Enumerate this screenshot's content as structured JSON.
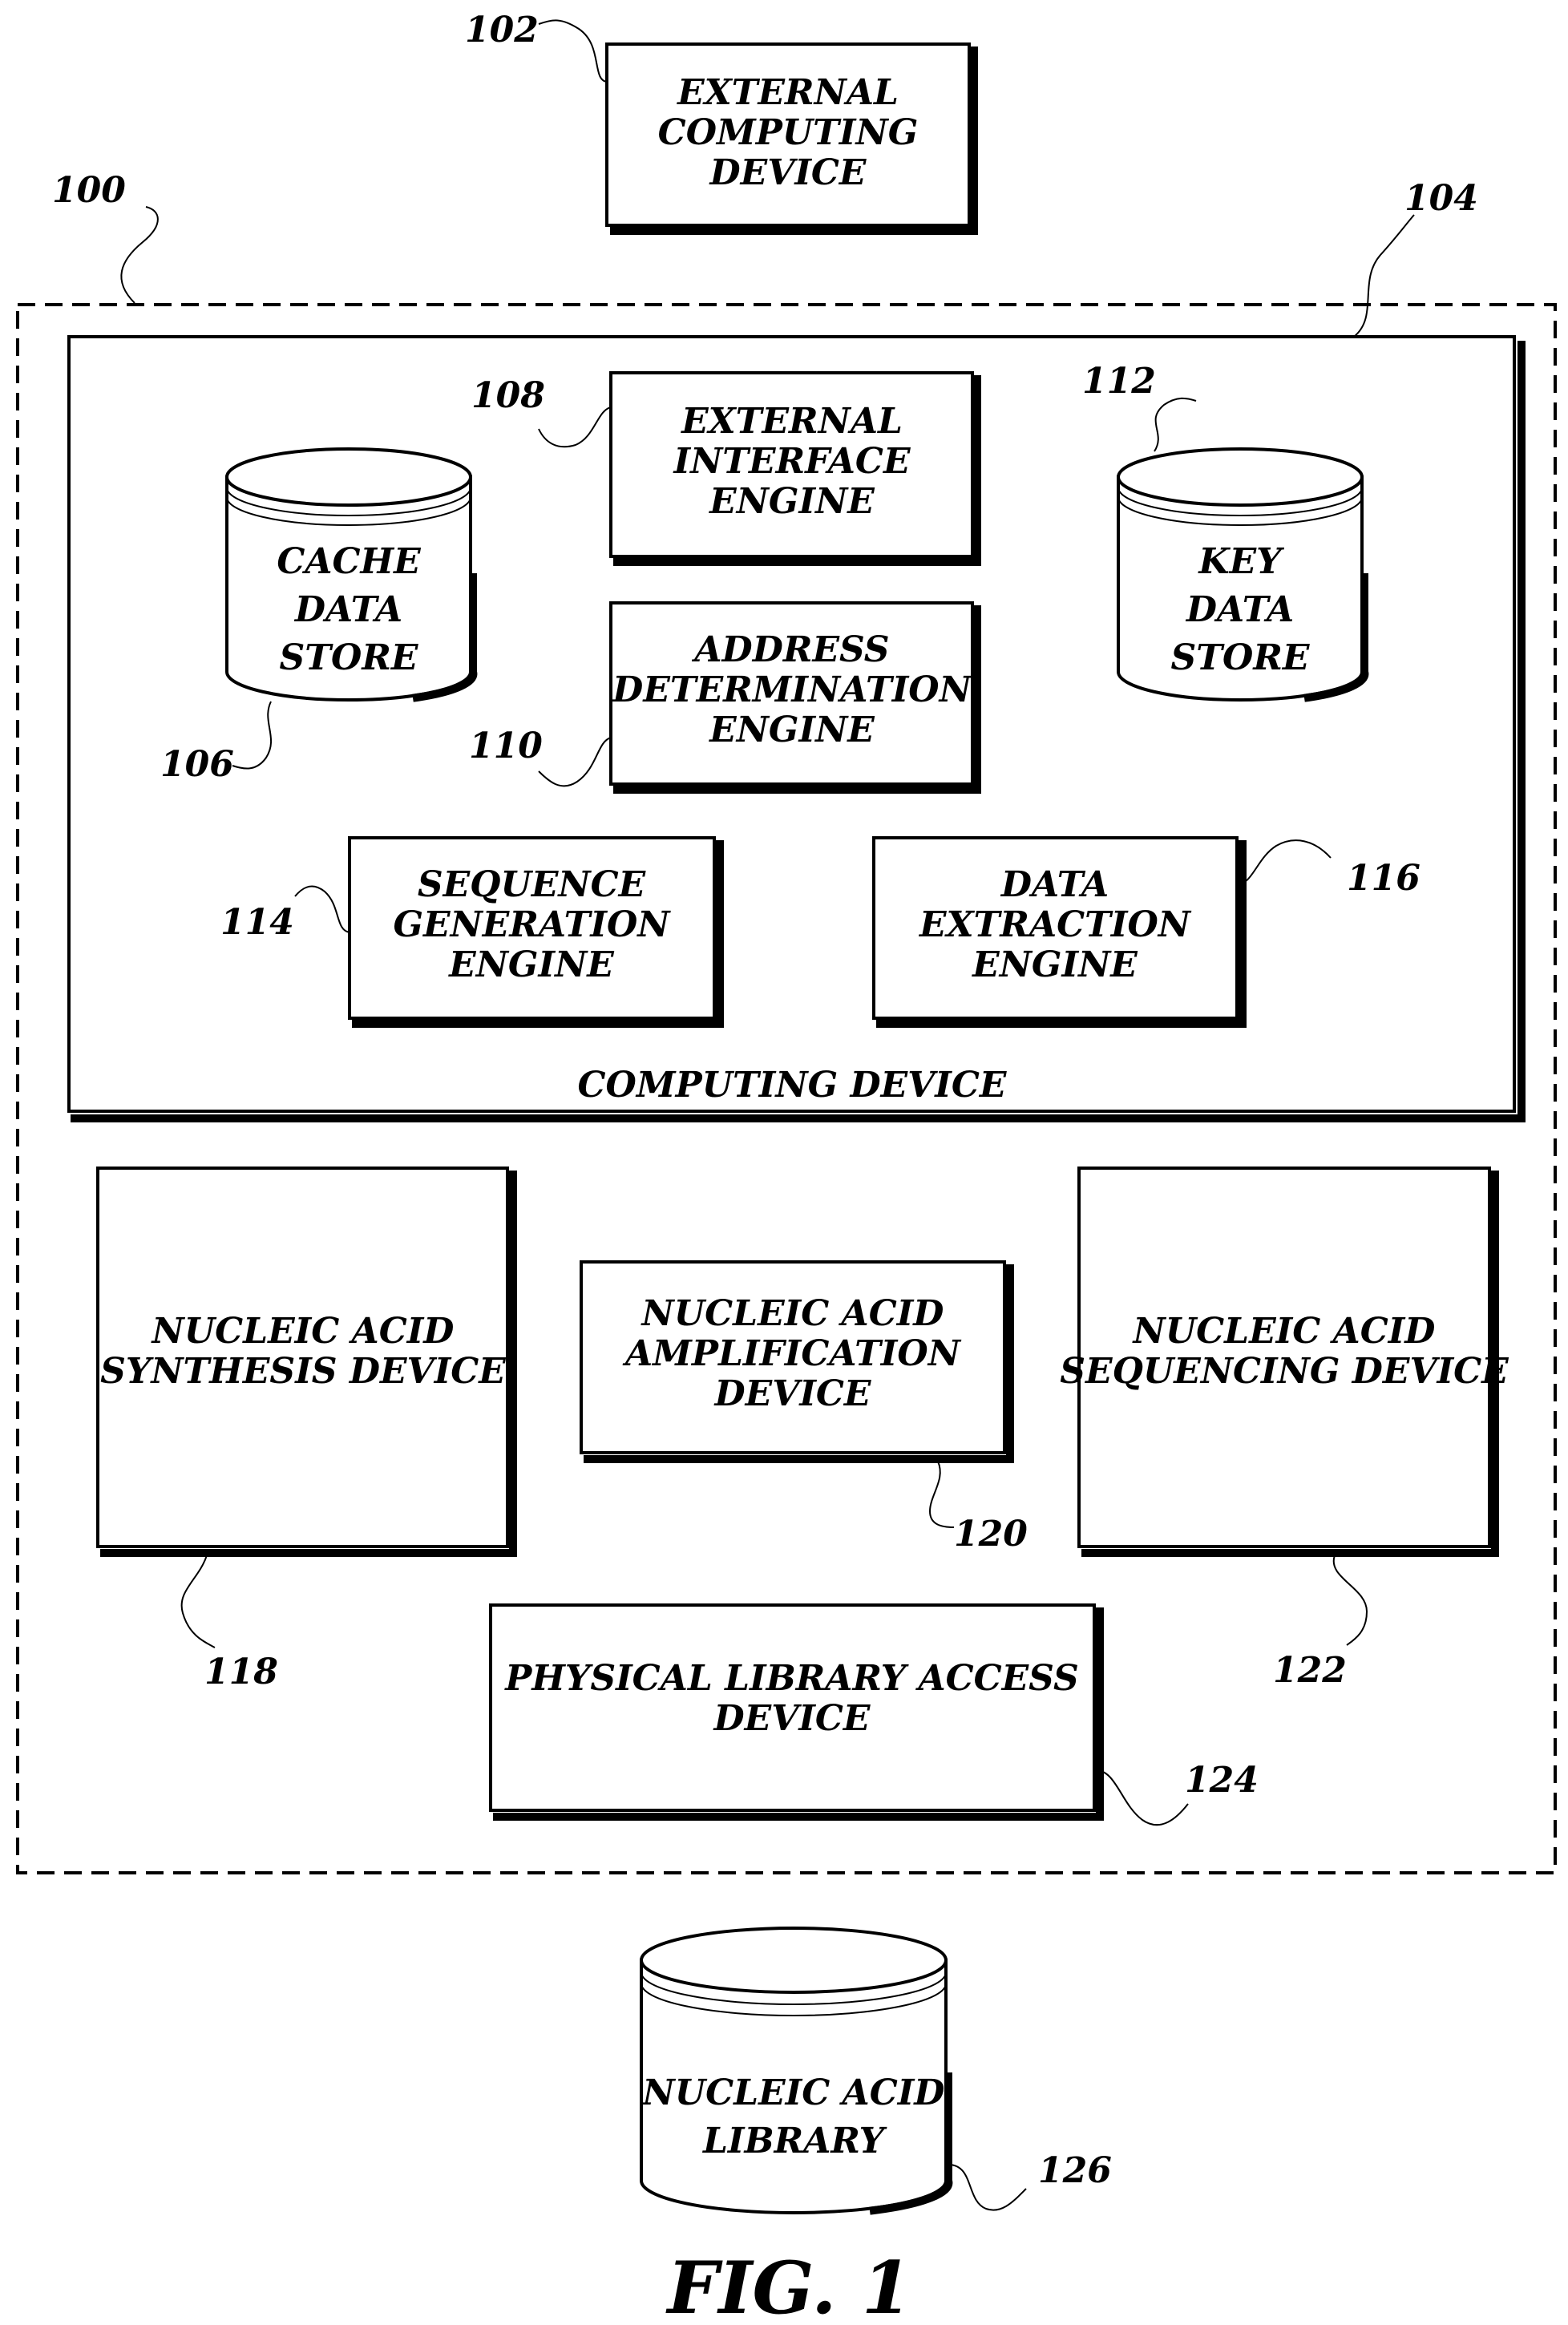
{
  "diagram": {
    "system": {
      "ref": "100"
    },
    "external_device": {
      "ref": "102",
      "lines": [
        "EXTERNAL",
        "COMPUTING",
        "DEVICE"
      ]
    },
    "computing_device": {
      "ref": "104",
      "label": "COMPUTING DEVICE"
    },
    "cache_data_store": {
      "ref": "106",
      "lines": [
        "CACHE",
        "DATA",
        "STORE"
      ]
    },
    "external_interface_engine": {
      "ref": "108",
      "lines": [
        "EXTERNAL",
        "INTERFACE",
        "ENGINE"
      ]
    },
    "address_determination_engine": {
      "ref": "110",
      "lines": [
        "ADDRESS",
        "DETERMINATION",
        "ENGINE"
      ]
    },
    "key_data_store": {
      "ref": "112",
      "lines": [
        "KEY",
        "DATA",
        "STORE"
      ]
    },
    "sequence_generation_engine": {
      "ref": "114",
      "lines": [
        "SEQUENCE",
        "GENERATION",
        "ENGINE"
      ]
    },
    "data_extraction_engine": {
      "ref": "116",
      "lines": [
        "DATA",
        "EXTRACTION",
        "ENGINE"
      ]
    },
    "nucleic_acid_synthesis_device": {
      "ref": "118",
      "lines": [
        "NUCLEIC ACID",
        "SYNTHESIS DEVICE"
      ]
    },
    "nucleic_acid_amplification_device": {
      "ref": "120",
      "lines": [
        "NUCLEIC ACID",
        "AMPLIFICATION",
        "DEVICE"
      ]
    },
    "nucleic_acid_sequencing_device": {
      "ref": "122",
      "lines": [
        "NUCLEIC ACID",
        "SEQUENCING DEVICE"
      ]
    },
    "physical_library_access_device": {
      "ref": "124",
      "lines": [
        "PHYSICAL LIBRARY ACCESS",
        "DEVICE"
      ]
    },
    "nucleic_acid_library": {
      "ref": "126",
      "lines": [
        "NUCLEIC ACID",
        "LIBRARY"
      ]
    }
  },
  "figure_label": "FIG. 1"
}
